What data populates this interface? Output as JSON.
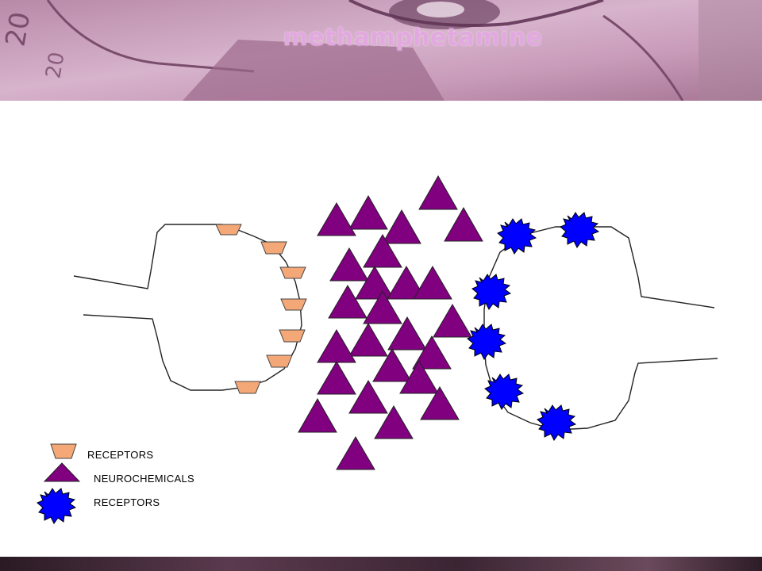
{
  "title": "methamphetamine",
  "colors": {
    "header_bg": "#c79ab8",
    "title": "#e2a8e0",
    "orange_receptor": "#f5a877",
    "neurochemical": "#800080",
    "blue_receptor": "#0000ff"
  },
  "legend": {
    "items": [
      {
        "icon": "orange-receptor-icon",
        "label": "RECEPTORS"
      },
      {
        "icon": "neurochemical-triangle-icon",
        "label": "NEUROCHEMICALS"
      },
      {
        "icon": "blue-receptor-icon",
        "label": "RECEPTORS"
      }
    ]
  }
}
